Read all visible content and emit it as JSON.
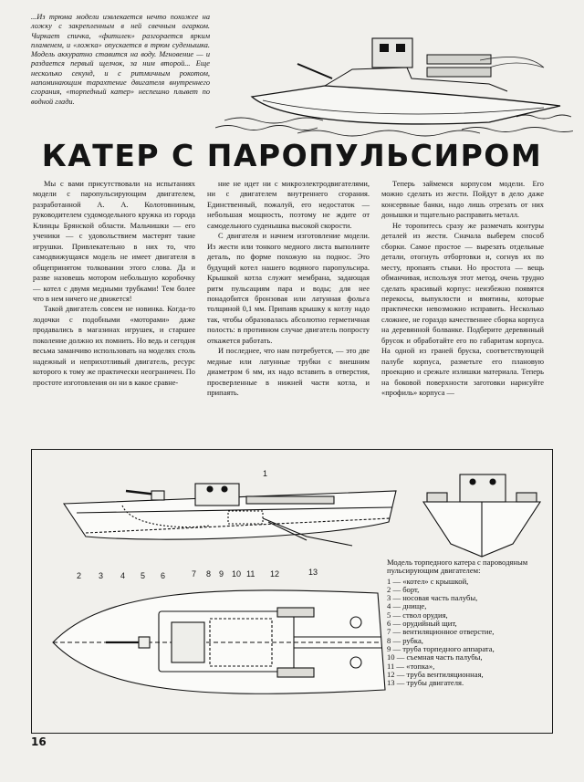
{
  "intro": "...Из трюма модели извлекается нечто похожее на ложку с закрепленным в ней свечным огарком. Чиркает спичка, «фитилек» разгорается ярким пламенем, и «ложка» опускается в трюм суденышка. Модель аккуратно ставится на воду. Мгновение — и раздается первый щелчок, за ним второй... Еще несколько секунд, и с ритмичным рокотом, напоминающим тарахтение двигателя внутреннего сгорания, «торпедный катер» неспешно плывет по водной глади.",
  "title": "КАТЕР С ПАРОПУЛЬСИРОМ",
  "col1": [
    "Мы с вами присутствовали на испытаниях модели с паропульсирующим двигателем, разработанной А. А. Колотовниным, руководителем судомодельного кружка из города Клинцы Брянской области. Мальчишки — его ученики — с удовольствием мастерят такие игрушки. Привлекательно в них то, что самодвижущаяся модель не имеет двигателя в общепринятом толковании этого слова. Да и разве назовешь мотором небольшую коробочку — котел с двумя медными трубками! Тем более что в нем ничего не движется!",
    "Такой двигатель совсем не новинка. Когда-то лодочки с подобными «моторами» даже продавались в магазинах игрушек, и старшее поколение должно их помнить. Но ведь и сегодня весьма заманчиво использовать на моделях столь надежный и неприхотливый двигатель, ресурс которого к тому же практически неограничен. По простоте изготовления он ни в какое сравне-"
  ],
  "col2": [
    "ние не идет ни с микроэлектродвигателями, ни с двигателем внутреннего сгорания. Единственный, пожалуй, его недостаток — небольшая мощность, поэтому не ждите от самодельного суденышка высокой скорости.",
    "С двигателя и начнем изготовление модели. Из жести или тонкого медного листа выполните деталь, по форме похожую на поднос. Это будущий котел нашего водяного паропульсира. Крышкой котла служит мембрана, задающая ритм пульсациям пара и воды; для нее понадобится бронзовая или латунная фольга толщиной 0,1 мм. Припаяв крышку к котлу надо так, чтобы образовалась абсолютно герметичная полость: в противном случае двигатель попросту откажется работать.",
    "И последнее, что нам потребуется, — это две медные или латунные трубки с внешним диаметром 6 мм, их надо вставить в отверстия, просверленные в нижней части котла, и припаять."
  ],
  "col3": [
    "Теперь займемся корпусом модели. Его можно сделать из жести. Пойдут в дело даже консервные банки, надо лишь отрезать от них донышки и тщательно расправить металл.",
    "Не торопитесь сразу же размечать контуры деталей из жести. Сначала выберем способ сборки. Самое простое — вырезать отдельные детали, отогнуть отбортовки и, согнув их по месту, пропаять стыки. Но простота — вещь обманчивая, используя этот метод, очень трудно сделать красивый корпус: неизбежно появятся перекосы, выпуклости и вмятины, которые практически невозможно исправить. Несколько сложнее, не гораздо качественнее сборка корпуса на деревянной болванке. Подберите деревянный брусок и обработайте его по габаритам корпуса. На одной из граней бруска, соответствующей палубе корпуса, разметьте его плановую проекцию и срежьте излишки материала. Теперь на боковой поверхности заготовки нарисуйте «профиль» корпуса —"
  ],
  "callouts": [
    "1",
    "2",
    "3",
    "4",
    "5",
    "6",
    "7",
    "8",
    "9",
    "10",
    "11",
    "12",
    "13"
  ],
  "legend": {
    "title": "Модель торпедного катера с пароводяным пульсирующим двигателем:",
    "items": [
      "1 — «котел» с крышкой,",
      "2 — борт,",
      "3 — носовая часть палубы,",
      "4 — днище,",
      "5 — ствол орудия,",
      "6 — орудийный щит,",
      "7 — вентиляционное отверстие,",
      "8 — рубка,",
      "9 — труба торпедного аппарата,",
      "10 — съемная часть палубы,",
      "11 — «топка»,",
      "12 — труба вентиляционная,",
      "13 — трубы двигателя."
    ]
  },
  "page_number": "16"
}
